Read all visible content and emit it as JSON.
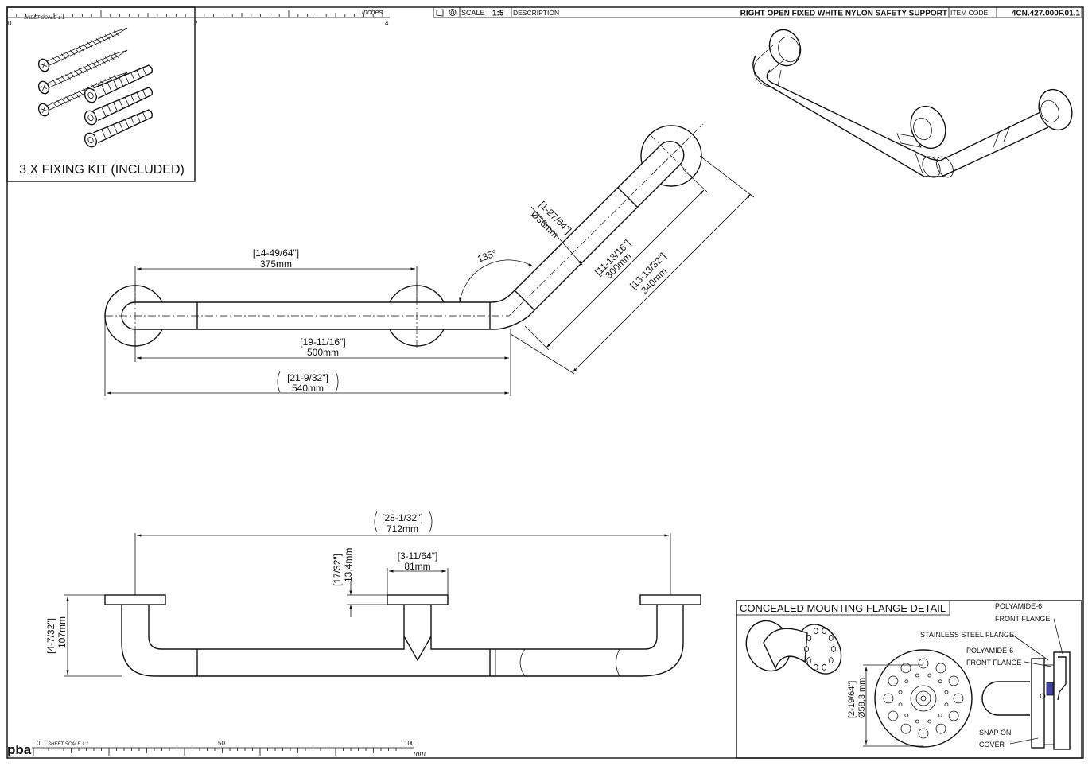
{
  "title_block": {
    "scale_label": "SCALE",
    "scale_value": "1:5",
    "description_label": "DESCRIPTION",
    "description": "RIGHT OPEN FIXED WHITE NYLON SAFETY SUPPORT",
    "item_code_label": "ITEM CODE",
    "item_code": "4CN.427.000F.01.1"
  },
  "top_ruler": {
    "unit": "inches",
    "ticks": [
      "0",
      "2",
      "4"
    ]
  },
  "bottom_ruler": {
    "unit": "mm",
    "ticks": [
      "0",
      "50",
      "100"
    ],
    "scale_note": "SHEET SCALE 1:1"
  },
  "fixing_kit": {
    "scale_note": "SHEET SCALE 1:1",
    "caption": "3 X FIXING KIT (INCLUDED)"
  },
  "top_view": {
    "d_375": {
      "inch": "[14-49/64\"]",
      "mm": "375mm"
    },
    "d_500": {
      "inch": "[19-11/16\"]",
      "mm": "500mm"
    },
    "d_540": {
      "inch": "[21-9/32\"]",
      "mm": "540mm"
    },
    "angle": "135°",
    "diameter": {
      "inch": "[1-27/64\"]",
      "mm": "Ø36mm"
    },
    "d_300": {
      "inch": "[11-13/16\"]",
      "mm": "300mm"
    },
    "d_340": {
      "inch": "[13-13/32\"]",
      "mm": "340mm"
    }
  },
  "front_view": {
    "d_712": {
      "inch": "[28-1/32\"]",
      "mm": "712mm"
    },
    "d_81": {
      "inch": "[3-11/64\"]",
      "mm": "81mm"
    },
    "d_134": {
      "inch": "[17/32\"]",
      "mm": "13,4mm"
    },
    "d_107": {
      "inch": "[4-7/32\"]",
      "mm": "107mm"
    }
  },
  "flange_detail": {
    "title": "CONCEALED MOUNTING FLANGE DETAIL",
    "callout_front_flange_1": [
      "POLYAMIDE-6",
      "FRONT FLANGE"
    ],
    "callout_steel_flange": "STAINLESS STEEL FLANGE",
    "callout_front_flange_2": [
      "POLYAMIDE-6",
      "FRONT FLANGE"
    ],
    "callout_snap_cover": [
      "SNAP ON",
      "COVER"
    ],
    "diameter": {
      "inch": "[2-19/64\"]",
      "mm": "Ø58,3 mm"
    }
  },
  "logo_text": "pba"
}
